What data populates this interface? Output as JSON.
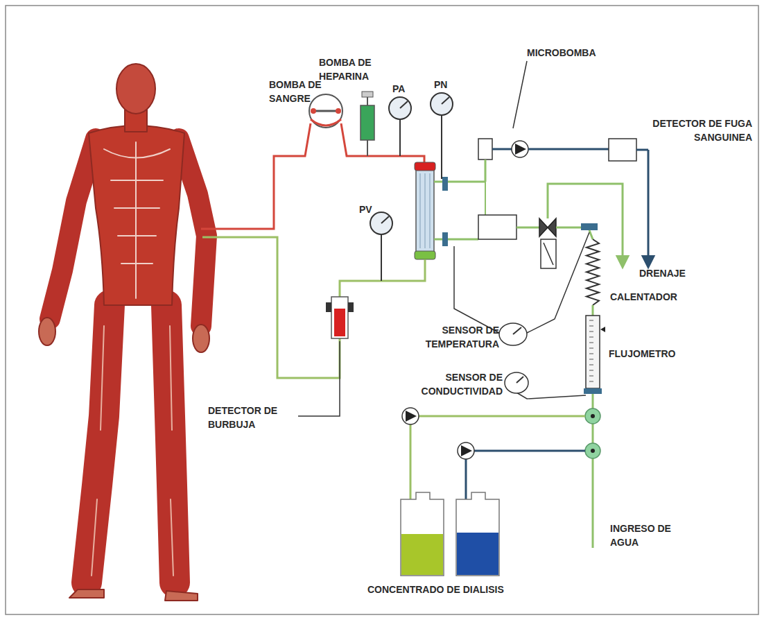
{
  "diagram": {
    "labels": [
      "BOMBA DE HEPARINA",
      "PA",
      "PN",
      "MICROBOMBA",
      "BOMBA DE SANGRE",
      "DETECTOR DE FUGA SANGUINEA",
      "PV",
      "DRENAJE",
      "CALENTADOR",
      "SENSOR DE TEMPERATURA",
      "FLUJOMETRO",
      "SENSOR DE CONDUCTIVIDAD",
      "DETECTOR DE BURBUJA",
      "INGRESO DE AGUA",
      "CONCENTRADO DE DIALISIS"
    ]
  }
}
